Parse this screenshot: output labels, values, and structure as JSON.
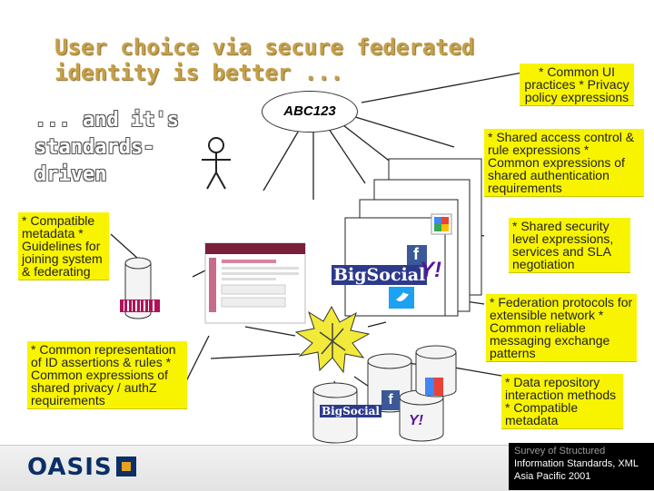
{
  "title": "User choice via secure federated identity is better ...",
  "subtitle": "... and it's standards-driven",
  "bubble": "ABC123",
  "notes": {
    "compatible_metadata": "* Compatible metadata * Guidelines for joining system & federating",
    "id_assertions": "* Common representation of ID assertions & rules * Common expressions of shared privacy / authZ requirements",
    "common_ui": "* Common UI practices * Privacy policy expressions",
    "shared_access": "* Shared access control & rule expressions * Common expressions of shared authentication requirements",
    "security_level": "* Shared security level expressions, services and SLA negotiation",
    "federation_protocols": "* Federation protocols for extensible network * Common reliable messaging exchange patterns",
    "data_repository": "* Data repository interaction methods * Compatible metadata"
  },
  "logos": {
    "bigsocial": "BigSocial",
    "facebook": "f",
    "yahoo": "Y!"
  },
  "footer": {
    "logo": "OASIS",
    "credit_line1": "Survey of Structured",
    "credit_line2": "Information Standards, XML",
    "credit_line3": "Asia Pacific 2001"
  },
  "colors": {
    "title": "#c5a04a",
    "note_bg": "#f8f400",
    "starburst": "#f2ea3a",
    "oasis_blue": "#0b2f66",
    "oasis_orange": "#e9a21f"
  }
}
